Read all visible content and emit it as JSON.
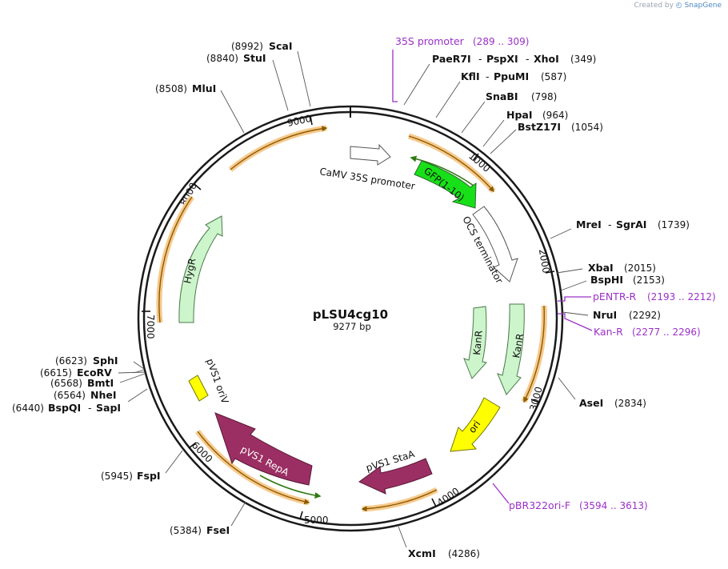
{
  "credit": {
    "prefix": "Created by",
    "brand": "SnapGene"
  },
  "plasmid": {
    "name": "pLSU4cg10",
    "size": "9277 bp"
  },
  "ticks": [
    "1000",
    "2000",
    "3000",
    "4000",
    "5000",
    "6000",
    "7000",
    "8000",
    "9000"
  ],
  "sites": {
    "ScaI": {
      "name": "ScaI",
      "pos": "(8992)"
    },
    "StuI": {
      "name": "StuI",
      "pos": "(8840)"
    },
    "MluI": {
      "name": "MluI",
      "pos": "(8508)"
    },
    "PaeR7I": {
      "name": "PaeR7I",
      "sep1": "-",
      "name2": "PspXI",
      "sep2": "-",
      "name3": "XhoI",
      "pos": "(349)"
    },
    "KflI": {
      "name": "KflI",
      "sep1": "-",
      "name2": "PpuMI",
      "pos": "(587)"
    },
    "SnaBI": {
      "name": "SnaBI",
      "pos": "(798)"
    },
    "HpaI": {
      "name": "HpaI",
      "pos": "(964)"
    },
    "BstZ17I": {
      "name": "BstZ17I",
      "pos": "(1054)"
    },
    "MreI": {
      "name": "MreI",
      "sep1": "-",
      "name2": "SgrAI",
      "pos": "(1739)"
    },
    "XbaI": {
      "name": "XbaI",
      "pos": "(2015)"
    },
    "BspHI": {
      "name": "BspHI",
      "pos": "(2153)"
    },
    "NruI": {
      "name": "NruI",
      "pos": "(2292)"
    },
    "AseI": {
      "name": "AseI",
      "pos": "(2834)"
    },
    "XcmI": {
      "name": "XcmI",
      "pos": "(4286)"
    },
    "FseI": {
      "name": "FseI",
      "pos": "(5384)"
    },
    "FspI": {
      "name": "FspI",
      "pos": "(5945)"
    },
    "SphI": {
      "name": "SphI",
      "pos": "(6623)"
    },
    "EcoRV": {
      "name": "EcoRV",
      "pos": "(6615)"
    },
    "BmtI": {
      "name": "BmtI",
      "pos": "(6568)"
    },
    "NheI": {
      "name": "NheI",
      "pos": "(6564)"
    },
    "BspQI": {
      "name": "BspQI",
      "sep1": "-",
      "name2": "SapI",
      "pos": "(6440)"
    }
  },
  "primers": {
    "p35S": {
      "name": "35S promoter",
      "range": "(289 .. 309)"
    },
    "pENTR": {
      "name": "pENTR-R",
      "range": "(2193 .. 2212)"
    },
    "KanR": {
      "name": "Kan-R",
      "range": "(2277 .. 2296)"
    },
    "pBR": {
      "name": "pBR322ori-F",
      "range": "(3594 .. 3613)"
    }
  },
  "features": {
    "camv": "CaMV 35S promoter",
    "gfp": "GFP(1-10)",
    "ocs": "OCS terminator",
    "kanr1": "KanR",
    "kanr2": "KanR",
    "ori": "ori",
    "stab": "pVS1 StaA",
    "repa": "pVS1 RepA",
    "oriv": "pVS1 oriV",
    "hygr": "HygR"
  },
  "colors": {
    "backbone": "#1a1a1a",
    "orf_fill": "#f7c98b",
    "orf_arrow": "#8a5a00",
    "marker_fill": "#ccf5cc",
    "gfp_fill": "#18e018",
    "ori_fill": "#ffff00",
    "repa_fill": "#9b2f63",
    "primer": "#9b30c8"
  }
}
